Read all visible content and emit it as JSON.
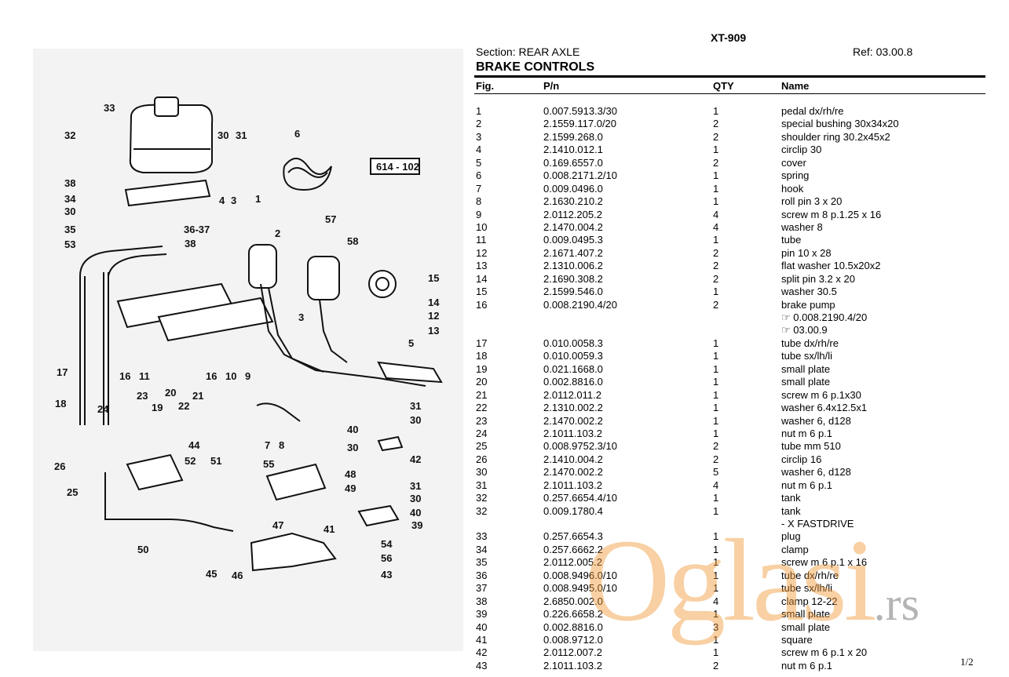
{
  "header": {
    "model_code": "XT-909",
    "section": "Section: REAR AXLE",
    "ref": "Ref: 03.00.8",
    "title": "BRAKE CONTROLS",
    "columns": {
      "fig": "Fig.",
      "pn": "P/n",
      "qty": "QTY",
      "name": "Name"
    }
  },
  "diagram": {
    "drawing_code": "614 - 102",
    "callouts": [
      "33",
      "32",
      "30",
      "31",
      "6",
      "38",
      "34",
      "30",
      "35",
      "53",
      "4",
      "3",
      "1",
      "2",
      "36-37",
      "38",
      "57",
      "58",
      "15",
      "14",
      "12",
      "13",
      "3",
      "5",
      "17",
      "18",
      "16",
      "11",
      "16",
      "10",
      "9",
      "23",
      "20",
      "21",
      "24",
      "19",
      "22",
      "31",
      "30",
      "40",
      "30",
      "42",
      "26",
      "44",
      "7",
      "8",
      "48",
      "49",
      "31",
      "30",
      "40",
      "39",
      "25",
      "52",
      "51",
      "55",
      "47",
      "41",
      "54",
      "56",
      "43",
      "50",
      "45",
      "46"
    ]
  },
  "parts": [
    {
      "fig": "1",
      "pn": "0.007.5913.3/30",
      "qty": "1",
      "name": "pedal dx/rh/re"
    },
    {
      "fig": "2",
      "pn": "2.1559.117.0/20",
      "qty": "2",
      "name": "special bushing 30x34x20"
    },
    {
      "fig": "3",
      "pn": "2.1599.268.0",
      "qty": "2",
      "name": "shoulder ring 30.2x45x2"
    },
    {
      "fig": "4",
      "pn": "2.1410.012.1",
      "qty": "1",
      "name": "circlip 30"
    },
    {
      "fig": "5",
      "pn": "0.169.6557.0",
      "qty": "2",
      "name": "cover"
    },
    {
      "fig": "6",
      "pn": "0.008.2171.2/10",
      "qty": "1",
      "name": "spring"
    },
    {
      "fig": "7",
      "pn": "0.009.0496.0",
      "qty": "1",
      "name": "hook"
    },
    {
      "fig": "8",
      "pn": "2.1630.210.2",
      "qty": "1",
      "name": "roll pin 3 x 20"
    },
    {
      "fig": "9",
      "pn": "2.0112.205.2",
      "qty": "4",
      "name": "screw m 8 p.1.25 x 16"
    },
    {
      "fig": "10",
      "pn": "2.1470.004.2",
      "qty": "4",
      "name": "washer 8"
    },
    {
      "fig": "11",
      "pn": "0.009.0495.3",
      "qty": "1",
      "name": "tube"
    },
    {
      "fig": "12",
      "pn": "2.1671.407.2",
      "qty": "2",
      "name": "pin 10 x 28"
    },
    {
      "fig": "13",
      "pn": "2.1310.006.2",
      "qty": "2",
      "name": "flat washer 10.5x20x2"
    },
    {
      "fig": "14",
      "pn": "2.1690.308.2",
      "qty": "2",
      "name": "split pin 3.2 x 20"
    },
    {
      "fig": "15",
      "pn": "2.1599.546.0",
      "qty": "1",
      "name": "washer 30.5"
    },
    {
      "fig": "16",
      "pn": "0.008.2190.4/20",
      "qty": "2",
      "name": "brake pump"
    },
    {
      "fig": "",
      "pn": "",
      "qty": "",
      "name": "☞ 0.008.2190.4/20"
    },
    {
      "fig": "",
      "pn": "",
      "qty": "",
      "name": "☞ 03.00.9"
    },
    {
      "fig": "17",
      "pn": "0.010.0058.3",
      "qty": "1",
      "name": "tube dx/rh/re"
    },
    {
      "fig": "18",
      "pn": "0.010.0059.3",
      "qty": "1",
      "name": "tube sx/lh/li"
    },
    {
      "fig": "19",
      "pn": "0.021.1668.0",
      "qty": "1",
      "name": "small plate"
    },
    {
      "fig": "20",
      "pn": "0.002.8816.0",
      "qty": "1",
      "name": "small plate"
    },
    {
      "fig": "21",
      "pn": "2.0112.011.2",
      "qty": "1",
      "name": "screw m 6 p.1x30"
    },
    {
      "fig": "22",
      "pn": "2.1310.002.2",
      "qty": "1",
      "name": "washer 6.4x12.5x1"
    },
    {
      "fig": "23",
      "pn": "2.1470.002.2",
      "qty": "1",
      "name": "washer 6, d128"
    },
    {
      "fig": "24",
      "pn": "2.1011.103.2",
      "qty": "1",
      "name": "nut m 6 p.1"
    },
    {
      "fig": "25",
      "pn": "0.008.9752.3/10",
      "qty": "2",
      "name": "tube mm 510"
    },
    {
      "fig": "26",
      "pn": "2.1410.004.2",
      "qty": "2",
      "name": "circlip 16"
    },
    {
      "fig": "30",
      "pn": "2.1470.002.2",
      "qty": "5",
      "name": "washer 6, d128"
    },
    {
      "fig": "31",
      "pn": "2.1011.103.2",
      "qty": "4",
      "name": "nut m 6 p.1"
    },
    {
      "fig": "32",
      "pn": "0.257.6654.4/10",
      "qty": "1",
      "name": "tank"
    },
    {
      "fig": "32",
      "pn": "0.009.1780.4",
      "qty": "1",
      "name": "tank"
    },
    {
      "fig": "",
      "pn": "",
      "qty": "",
      "name": "- X FASTDRIVE"
    },
    {
      "fig": "33",
      "pn": "0.257.6654.3",
      "qty": "1",
      "name": "plug"
    },
    {
      "fig": "34",
      "pn": "0.257.6662.2",
      "qty": "1",
      "name": "clamp"
    },
    {
      "fig": "35",
      "pn": "2.0112.005.2",
      "qty": "1",
      "name": "screw m 6 p.1 x 16"
    },
    {
      "fig": "36",
      "pn": "0.008.9496.0/10",
      "qty": "1",
      "name": "tube dx/rh/re"
    },
    {
      "fig": "37",
      "pn": "0.008.9495.0/10",
      "qty": "1",
      "name": "tube sx/lh/li"
    },
    {
      "fig": "38",
      "pn": "2.6850.002.0",
      "qty": "4",
      "name": "clamp 12-22"
    },
    {
      "fig": "39",
      "pn": "0.226.6658.2",
      "qty": "1",
      "name": "small plate"
    },
    {
      "fig": "40",
      "pn": "0.002.8816.0",
      "qty": "3",
      "name": "small plate"
    },
    {
      "fig": "41",
      "pn": "0.008.9712.0",
      "qty": "1",
      "name": "square"
    },
    {
      "fig": "42",
      "pn": "2.0112.007.2",
      "qty": "1",
      "name": "screw m 6 p.1 x 20"
    },
    {
      "fig": "43",
      "pn": "2.1011.103.2",
      "qty": "2",
      "name": "nut m 6 p.1"
    }
  ],
  "footer": {
    "page": "1/2"
  },
  "watermark": {
    "main": "Oglasi",
    "suffix": ".rs",
    "color": "#f0963a"
  }
}
